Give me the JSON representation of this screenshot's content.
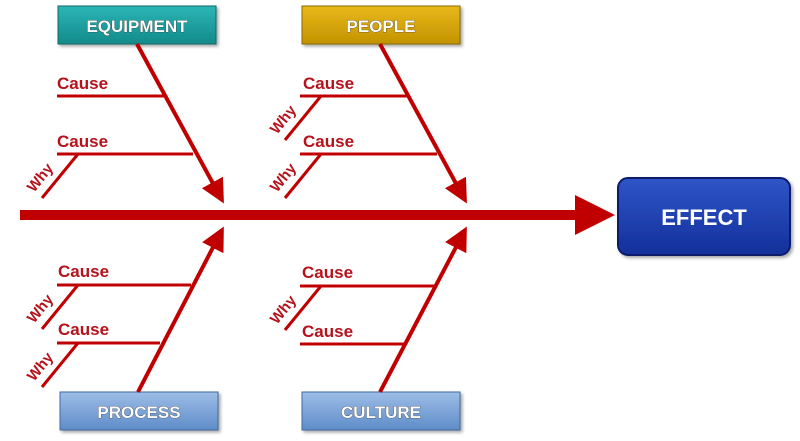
{
  "effect": {
    "label": "EFFECT",
    "color": "#1f3fa8"
  },
  "categories": [
    {
      "label": "EQUIPMENT",
      "color": "#1a9e9e"
    },
    {
      "label": "PEOPLE",
      "color": "#d4a000"
    },
    {
      "label": "PROCESS",
      "color": "#6f9bd2"
    },
    {
      "label": "CULTURE",
      "color": "#6f9bd2"
    }
  ],
  "cause_label": "Cause",
  "why_label": "Why",
  "accent_color": "#c00000"
}
